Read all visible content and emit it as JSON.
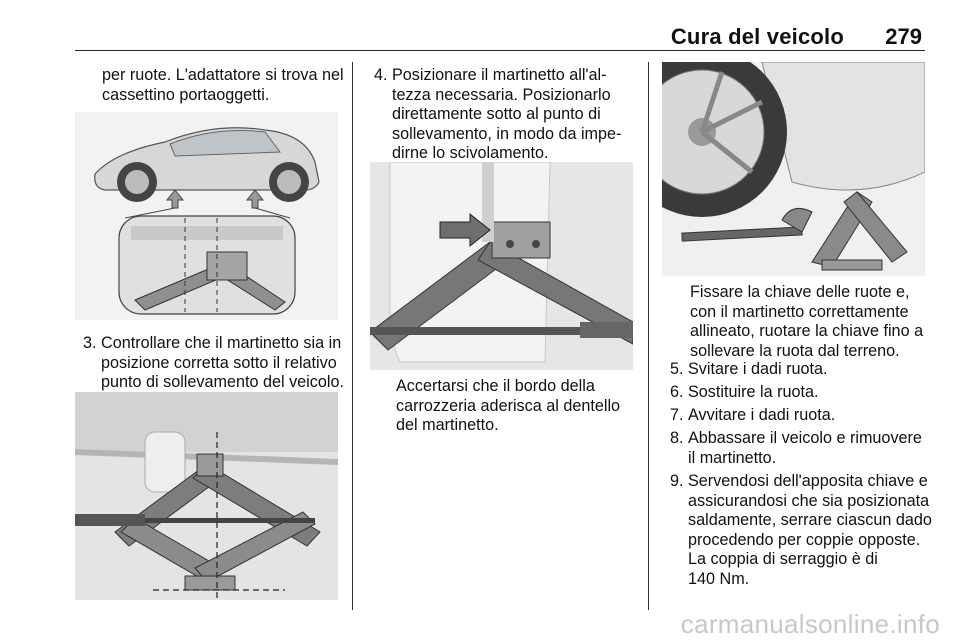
{
  "header": {
    "title": "Cura del veicolo",
    "page_number": "279"
  },
  "col1": {
    "intro": [
      "per ruote. L'adattatore si trova nel",
      "cassettino portaoggetti."
    ],
    "step3": {
      "num": "3.",
      "lines": [
        "Controllare che il martinetto sia in",
        "posizione corretta sotto il relativo",
        "punto di sollevamento del veicolo."
      ]
    }
  },
  "col2": {
    "step4": {
      "num": "4.",
      "lines": [
        "Posizionare il martinetto all'al-",
        "tezza necessaria. Posizionarlo",
        "direttamente sotto al punto di",
        "sollevamento, in modo da impe-",
        "dirne lo scivolamento."
      ]
    },
    "note": [
      "Accertarsi che il bordo della",
      "carrozzeria aderisca al dentello",
      "del martinetto."
    ]
  },
  "col3": {
    "note": [
      "Fissare la chiave delle ruote e,",
      "con il martinetto correttamente",
      "allineato, ruotare la chiave fino a",
      "sollevare la ruota dal terreno."
    ],
    "steps": [
      {
        "num": "5.",
        "lines": [
          "Svitare i dadi ruota."
        ]
      },
      {
        "num": "6.",
        "lines": [
          "Sostituire la ruota."
        ]
      },
      {
        "num": "7.",
        "lines": [
          "Avvitare i dadi ruota."
        ]
      },
      {
        "num": "8.",
        "lines": [
          "Abbassare il veicolo e rimuovere",
          "il martinetto."
        ]
      },
      {
        "num": "9.",
        "lines": [
          "Servendosi dell'apposita chiave e",
          "assicurandosi che sia posizionata",
          "saldamente, serrare ciascun dado",
          "procedendo per coppie opposte.",
          "La coppia di serraggio è di",
          "140 Nm."
        ]
      }
    ]
  },
  "watermark": "carmanualsonline.info"
}
